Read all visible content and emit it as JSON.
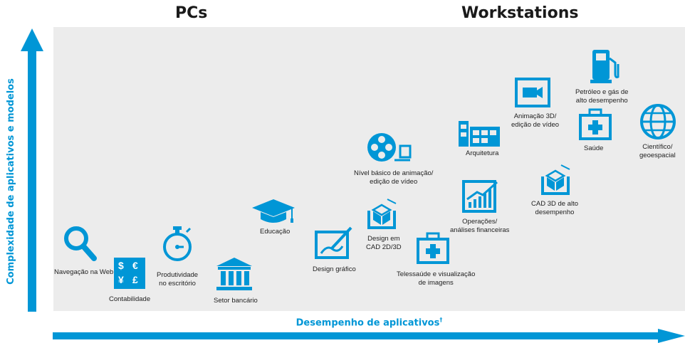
{
  "headers": {
    "pcs": "PCs",
    "workstations": "Workstations"
  },
  "axes": {
    "y_label": "Complexidade de aplicativos e modelos",
    "x_label": "Desempenho de aplicativos",
    "x_label_mark": "†"
  },
  "colors": {
    "accent": "#0096d6",
    "panel": "#ececec",
    "text": "#222222"
  },
  "items": {
    "web": {
      "label": "Navegação na Web",
      "icon": "magnifier-icon"
    },
    "accounting": {
      "label": "Contabilidade",
      "icon": "currency-icon",
      "symbols": [
        "$",
        "€",
        "¥",
        "£"
      ]
    },
    "productivity": {
      "label": "Produtividade\nno escritório",
      "icon": "stopwatch-icon"
    },
    "banking": {
      "label": "Setor bancário",
      "icon": "bank-icon"
    },
    "education": {
      "label": "Educação",
      "icon": "graduation-cap-icon"
    },
    "graphic_design": {
      "label": "Design gráfico",
      "icon": "pen-canvas-icon"
    },
    "cad2d": {
      "label": "Design em\nCAD 2D/3D",
      "icon": "cube-frame-icon"
    },
    "animation_basic": {
      "label": "Nível básico de animação/\nedição de vídeo",
      "icon": "film-reel-icon"
    },
    "telehealth": {
      "label": "Telessaúde e visualização\nde imagens",
      "icon": "medical-kit-icon"
    },
    "financial": {
      "label": "Operações/\nanálises financeiras",
      "icon": "chart-icon"
    },
    "architecture": {
      "label": "Arquitetura",
      "icon": "building-icon"
    },
    "animation3d": {
      "label": "Animação 3D/\nedição de vídeo",
      "icon": "video-camera-icon"
    },
    "cad3d_high": {
      "label": "CAD 3D de alto\ndesempenho",
      "icon": "cube-frame-icon"
    },
    "oil_gas": {
      "label": "Petróleo e gás de\nalto desempenho",
      "icon": "fuel-pump-icon"
    },
    "health": {
      "label": "Saúde",
      "icon": "medical-kit-icon"
    },
    "scientific": {
      "label": "Científico/\ngeoespacial",
      "icon": "globe-icon"
    }
  }
}
